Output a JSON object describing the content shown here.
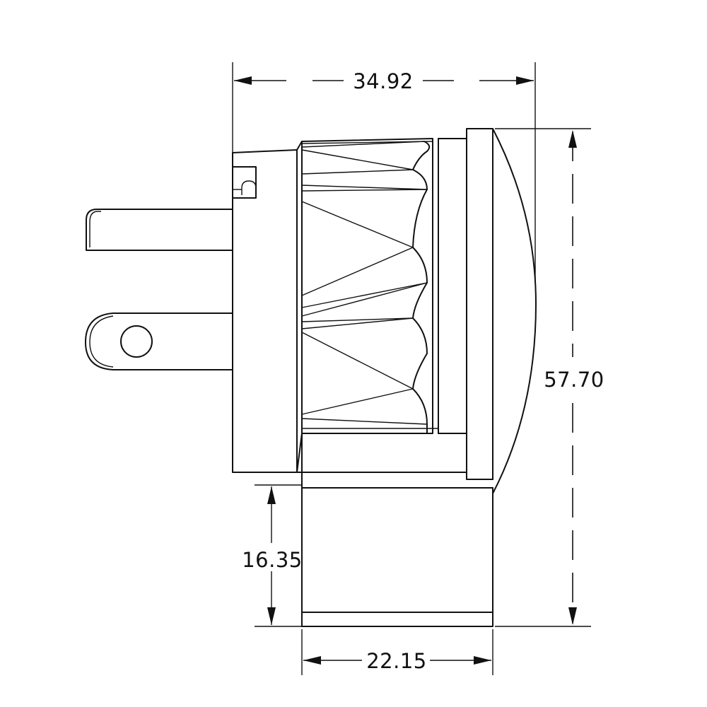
{
  "dimensions": {
    "overall_width": "34.92",
    "overall_height": "57.70",
    "base_height": "16.35",
    "base_width": "22.15"
  },
  "colors": {
    "line": "#111111",
    "background": "#ffffff"
  }
}
